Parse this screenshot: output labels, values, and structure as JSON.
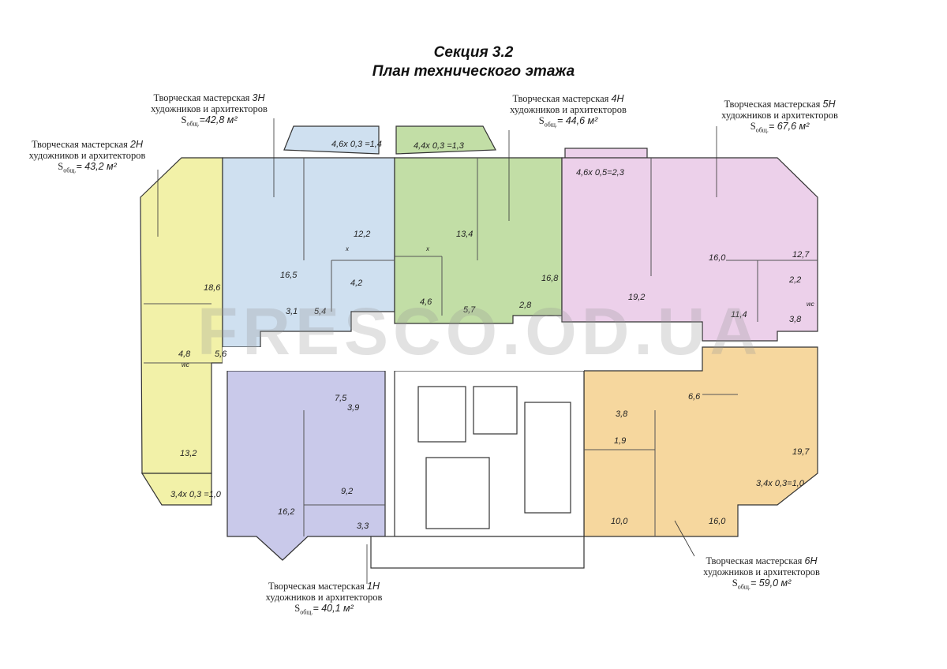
{
  "title": {
    "line1": "Секция 3.2",
    "line2": "План технического этажа"
  },
  "watermark": "FRESCO.OD.UA",
  "colors": {
    "unit_1H": "#c9c9ea",
    "unit_2H": "#f2f1a8",
    "unit_3H": "#cfe0f0",
    "unit_4H": "#c2dea6",
    "unit_5H": "#ecd0ea",
    "unit_6H": "#f6d79e",
    "core": "#ffffff",
    "wall": "#333333"
  },
  "units": [
    {
      "id": "1H",
      "name": "Творческая мастерская",
      "code": "1Н",
      "desc": "художников и архитекторов",
      "area_label": "S",
      "area_sub": "общ.",
      "area_value": "= 40,1 м²"
    },
    {
      "id": "2H",
      "name": "Творческая мастерская",
      "code": "2Н",
      "desc": "художников и архитекторов",
      "area_label": "S",
      "area_sub": "общ.",
      "area_value": "= 43,2 м²"
    },
    {
      "id": "3H",
      "name": "Творческая мастерская",
      "code": "3Н",
      "desc": "художников и архитекторов",
      "area_label": "S",
      "area_sub": "общ.",
      "area_value": "=42,8 м²"
    },
    {
      "id": "4H",
      "name": "Творческая мастерская",
      "code": "4Н",
      "desc": "художников и архитекторов",
      "area_label": "S",
      "area_sub": "общ.",
      "area_value": "= 44,6 м²"
    },
    {
      "id": "5H",
      "name": "Творческая мастерская",
      "code": "5Н",
      "desc": "художников и архитекторов",
      "area_label": "S",
      "area_sub": "общ.",
      "area_value": "= 67,6 м²"
    },
    {
      "id": "6H",
      "name": "Творческая мастерская",
      "code": "6Н",
      "desc": "художников и архитекторов",
      "area_label": "S",
      "area_sub": "общ.",
      "area_value": "= 59,0 м²"
    }
  ],
  "balconies": [
    "4,6x 0,3 =1,4",
    "4,4x 0,3 =1,3",
    "4,6x 0,5=2,3",
    "3,4x 0,3=1,0",
    "3,4x 0,3 =1,0"
  ],
  "rooms": {
    "u1": [
      "7,5",
      "3,9",
      "16,2",
      "9,2",
      "3,3"
    ],
    "u2": [
      "18,6",
      "4,8",
      "5,6",
      "13,2"
    ],
    "u3": [
      "12,2",
      "16,5",
      "4,2",
      "3,1",
      "5,4"
    ],
    "u4": [
      "13,4",
      "16,8",
      "4,6",
      "5,7",
      "2,8"
    ],
    "u5": [
      "16,0",
      "12,7",
      "2,2",
      "19,2",
      "11,4",
      "3,8"
    ],
    "u6": [
      "6,6",
      "3,8",
      "1,9",
      "19,7",
      "10,0",
      "16,0"
    ]
  },
  "fixture_labels": {
    "wc": "wc",
    "x": "x"
  }
}
